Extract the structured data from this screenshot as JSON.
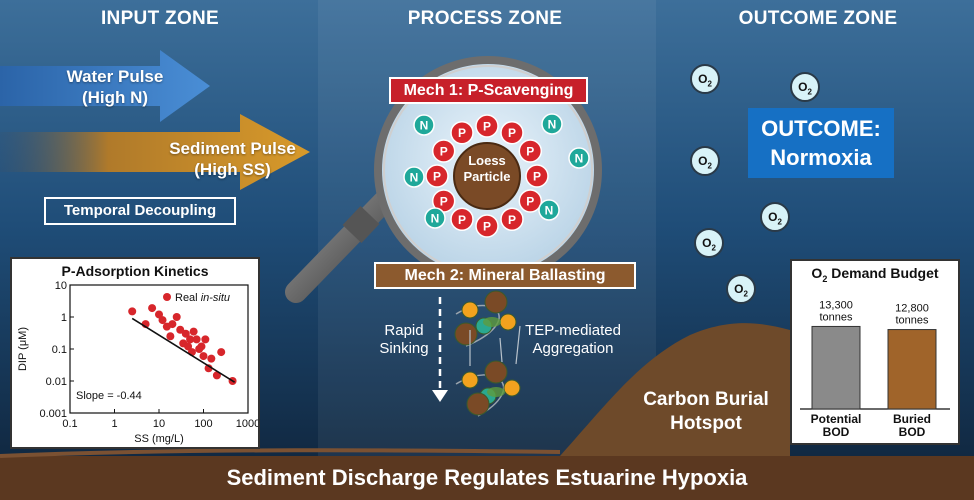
{
  "zones": {
    "input": "INPUT ZONE",
    "process": "PROCESS ZONE",
    "outcome": "OUTCOME ZONE"
  },
  "input": {
    "water_pulse": {
      "line1": "Water Pulse",
      "line2": "(High N)"
    },
    "sediment_pulse": {
      "line1": "Sediment Pulse",
      "line2": "(High SS)"
    },
    "temporal_decoupling": "Temporal Decoupling"
  },
  "process": {
    "mech1": "Mech 1: P-Scavenging",
    "particle": {
      "line1": "Loess",
      "line2": "Particle"
    },
    "p_label": "P",
    "n_label": "N",
    "mech2": "Mech 2: Mineral Ballasting",
    "rapid_sinking": {
      "line1": "Rapid",
      "line2": "Sinking"
    },
    "tep": {
      "line1": "TEP-mediated",
      "line2": "Aggregation"
    }
  },
  "outcome": {
    "o2_main": "O",
    "o2_sub": "2",
    "box_line1": "OUTCOME:",
    "box_line2": "Normoxia",
    "burial_line1": "Carbon Burial",
    "burial_line2": "Hotspot"
  },
  "kinetics": {
    "title": "P-Adsorption Kinetics",
    "legend_prefix": "Real ",
    "legend_italic": "in-situ",
    "slope": "Slope = -0.44",
    "colors": {
      "points": "#d7262b",
      "line": "#111111"
    }
  },
  "budget": {
    "title_prefix": "O",
    "title_sub": "2",
    "title_suffix": " Demand Budget",
    "colors": {
      "potential": "#8a8a8a",
      "buried": "#a0642a"
    }
  },
  "footer": "Sediment Discharge Regulates Estuarine Hypoxia",
  "chart_data": [
    {
      "type": "scatter",
      "title": "P-Adsorption Kinetics",
      "xlabel": "SS (mg/L)",
      "ylabel": "DIP (μM)",
      "x_scale": "log",
      "y_scale": "log",
      "xlim": [
        0.1,
        1000
      ],
      "ylim": [
        0.001,
        10
      ],
      "x_ticks": [
        "0.1",
        "1",
        "10",
        "100",
        "1000"
      ],
      "y_ticks": [
        "10",
        "1",
        "0.1",
        "0.01",
        "0.001"
      ],
      "series": [
        {
          "name": "Real in-situ",
          "points": [
            [
              2.5,
              1.5
            ],
            [
              5,
              0.6
            ],
            [
              7,
              1.9
            ],
            [
              10,
              1.2
            ],
            [
              12,
              0.8
            ],
            [
              15,
              0.5
            ],
            [
              18,
              0.25
            ],
            [
              20,
              0.6
            ],
            [
              25,
              1.0
            ],
            [
              30,
              0.4
            ],
            [
              35,
              0.15
            ],
            [
              40,
              0.3
            ],
            [
              45,
              0.12
            ],
            [
              50,
              0.2
            ],
            [
              55,
              0.08
            ],
            [
              60,
              0.35
            ],
            [
              70,
              0.2
            ],
            [
              80,
              0.1
            ],
            [
              90,
              0.12
            ],
            [
              100,
              0.06
            ],
            [
              110,
              0.2
            ],
            [
              130,
              0.025
            ],
            [
              150,
              0.05
            ],
            [
              200,
              0.015
            ],
            [
              250,
              0.08
            ],
            [
              450,
              0.01
            ]
          ]
        }
      ],
      "trend_line": {
        "slope": -0.44,
        "from": [
          2.5,
          0.9
        ],
        "to": [
          500,
          0.0092
        ]
      },
      "grid": false,
      "legend": "top-right"
    },
    {
      "type": "bar",
      "title": "O2 Demand Budget",
      "categories": [
        "Potential BOD",
        "Buried BOD"
      ],
      "values": [
        13300,
        12800
      ],
      "value_labels": [
        "13,300 tonnes",
        "12,800 tonnes"
      ],
      "category_lines": [
        [
          "Potential",
          "BOD"
        ],
        [
          "Buried",
          "BOD"
        ]
      ],
      "value_lines": [
        [
          "13,300",
          "tonnes"
        ],
        [
          "12,800",
          "tonnes"
        ]
      ],
      "ylim": [
        0,
        14500
      ],
      "grid": false
    }
  ]
}
